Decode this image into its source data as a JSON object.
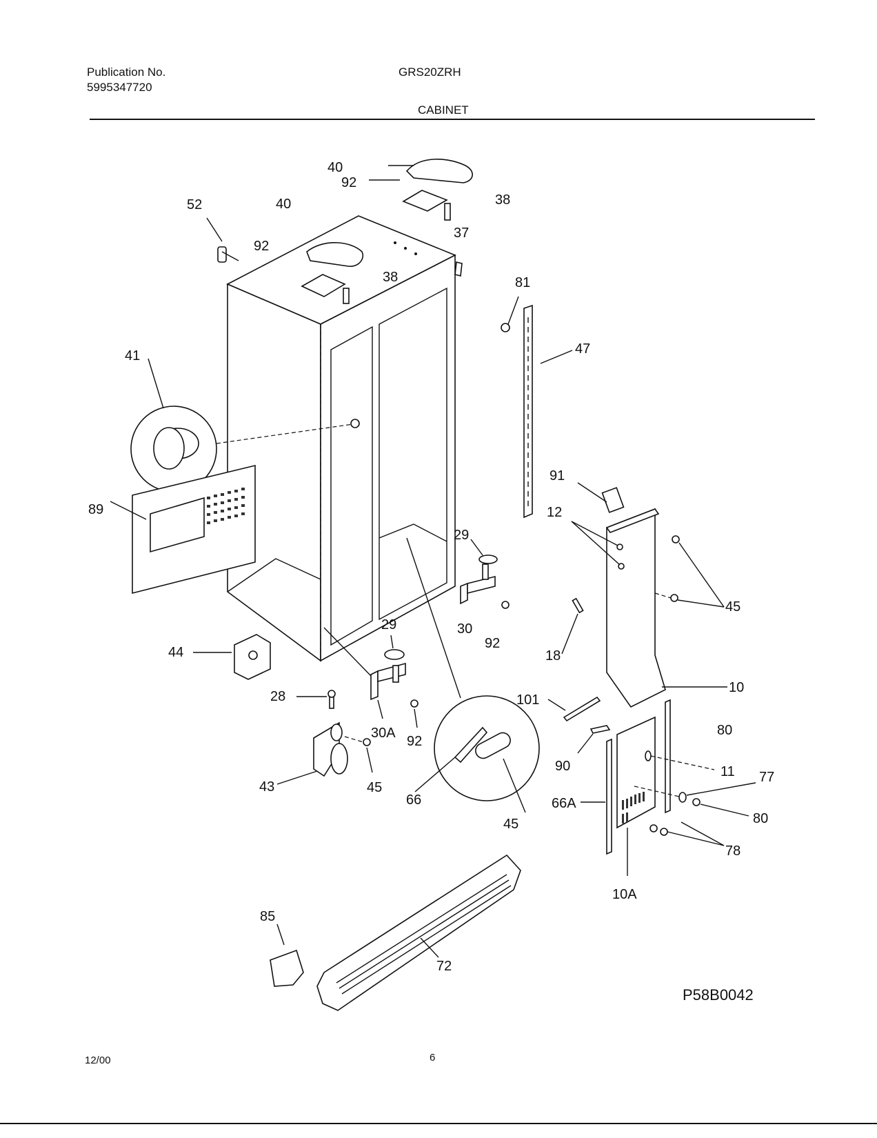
{
  "header": {
    "publication_label": "Publication No.",
    "publication_number": "5995347720",
    "model": "GRS20ZRH",
    "section": "CABINET"
  },
  "footer": {
    "date": "12/00",
    "page": "6"
  },
  "diagram": {
    "figure_code": "P58B0042",
    "callouts": [
      "40",
      "92",
      "38",
      "52",
      "40",
      "92",
      "38",
      "37",
      "81",
      "47",
      "41",
      "89",
      "91",
      "12",
      "45",
      "29",
      "30",
      "92",
      "18",
      "44",
      "29",
      "28",
      "30A",
      "92",
      "10",
      "101",
      "80",
      "90",
      "11",
      "77",
      "43",
      "45",
      "66",
      "66A",
      "80",
      "45",
      "78",
      "10A",
      "85",
      "72"
    ]
  }
}
